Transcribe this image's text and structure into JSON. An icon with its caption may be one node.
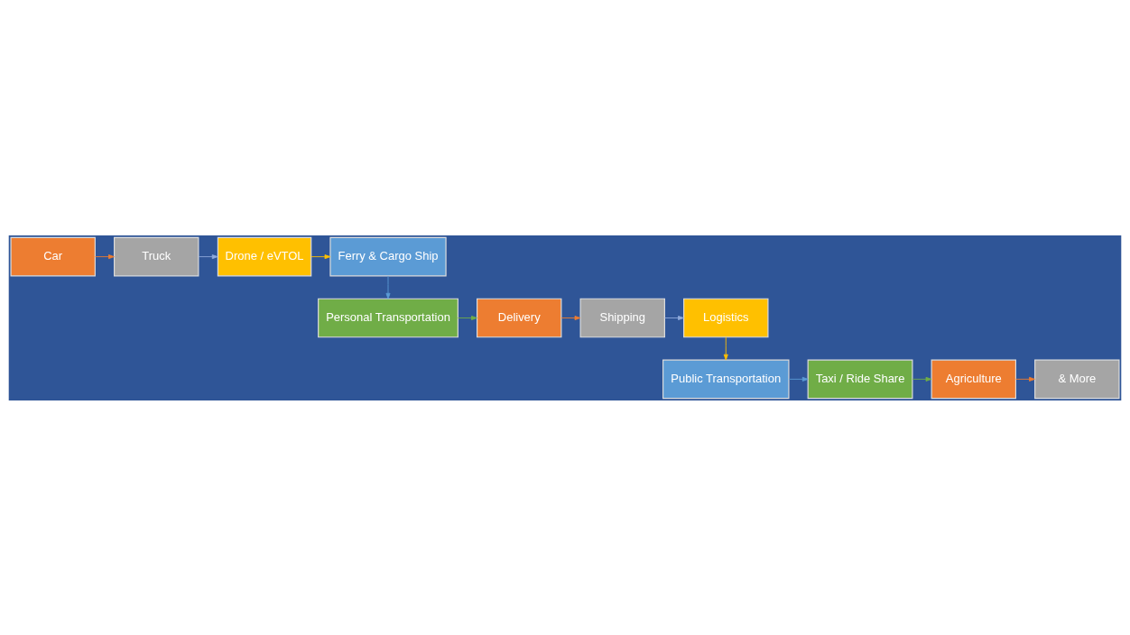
{
  "diagram": {
    "nodes": [
      {
        "text": [
          "Car"
        ]
      },
      {
        "text": [
          "Truck"
        ]
      },
      {
        "text": [
          "Drone / eVTOL"
        ]
      },
      {
        "text": [
          "Ferry & Cargo Ship"
        ]
      },
      {
        "text": [
          "Personal Transportation"
        ]
      },
      {
        "text": [
          "Delivery"
        ]
      },
      {
        "text": [
          "Shipping"
        ]
      },
      {
        "text": [
          "Logistics"
        ]
      },
      {
        "text": [
          "Public Transportation"
        ]
      },
      {
        "text": [
          "Taxi / Ride Share"
        ]
      },
      {
        "text": [
          "Agriculture"
        ]
      },
      {
        "text": [
          "& More"
        ]
      }
    ],
    "edges": [
      {
        "from": 0,
        "to": 1,
        "arrow": "to",
        "color": "#ed7d31"
      },
      {
        "from": 1,
        "to": 2,
        "arrow": "to",
        "color": "#8faadc"
      },
      {
        "from": 2,
        "to": 3,
        "arrow": "to",
        "color": "#ffc000"
      },
      {
        "from": 3,
        "to": 4,
        "arrow": "to",
        "color": "#5b9bd5"
      },
      {
        "from": 4,
        "to": 5,
        "arrow": "to",
        "color": "#70ad47"
      },
      {
        "from": 5,
        "to": 6,
        "arrow": "to",
        "color": "#ed7d31"
      },
      {
        "from": 6,
        "to": 7,
        "arrow": "to",
        "color": "#8faadc"
      },
      {
        "from": 7,
        "to": 8,
        "arrow": "to",
        "color": "#ffc000"
      },
      {
        "from": 8,
        "to": 9,
        "arrow": "to",
        "color": "#5b9bd5"
      },
      {
        "from": 9,
        "to": 10,
        "arrow": "to",
        "color": "#70ad47"
      },
      {
        "from": 10,
        "to": 11,
        "arrow": "to",
        "color": "#ed7d31"
      }
    ]
  }
}
